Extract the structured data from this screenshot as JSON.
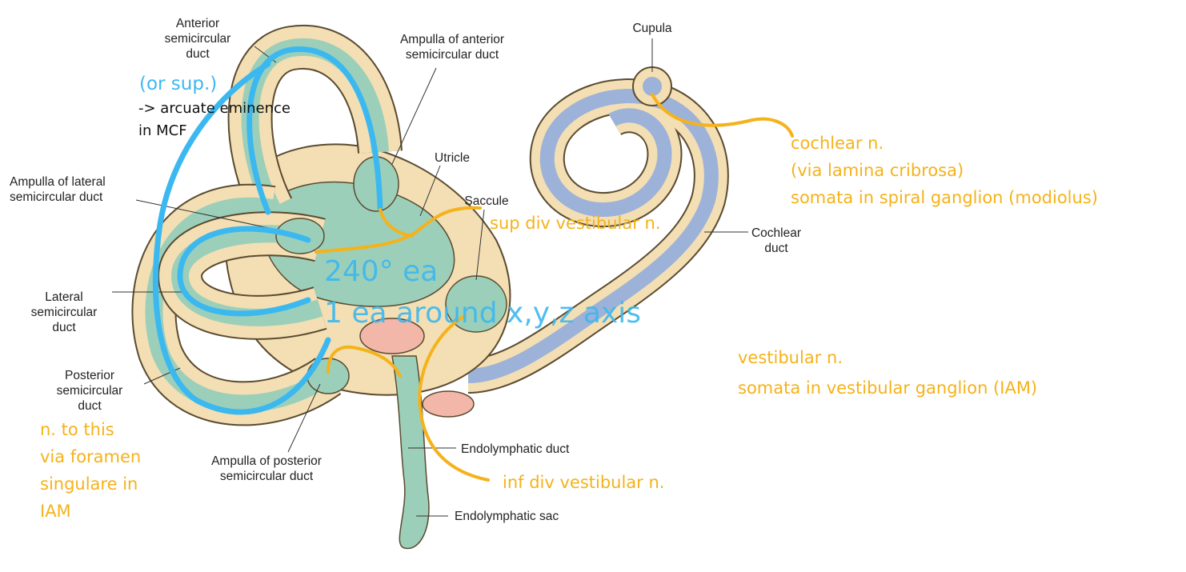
{
  "labels": {
    "anterior_duct": "Anterior\nsemicircular\nduct",
    "ampulla_anterior": "Ampulla of anterior\nsemicircular duct",
    "cupula": "Cupula",
    "utricle": "Utricle",
    "saccule": "Saccule",
    "ampulla_lateral": "Ampulla of lateral\nsemicircular duct",
    "lateral_duct": "Lateral\nsemicircular\nduct",
    "posterior_duct": "Posterior\nsemicircular\nduct",
    "ampulla_posterior": "Ampulla of posterior\nsemicircular duct",
    "endolymphatic_duct": "Endolymphatic duct",
    "endolymphatic_sac": "Endolymphatic sac",
    "cochlear_duct": "Cochlear\nduct"
  },
  "notes": {
    "or_sup": "(or sup.)",
    "arcuate": "-> arcuate eminence\nin MCF",
    "angle": "240° ea",
    "axis": "1 ea around x,y,z axis",
    "cochlear_n": "cochlear n.\n(via lamina cribrosa)\nsomata in spiral ganglion (modiolus)",
    "sup_div": "sup div vestibular n.",
    "vestibular_n": "vestibular n.\nsomata in vestibular ganglion (IAM)",
    "inf_div": "inf div vestibular n.",
    "posterior_nerve": "n. to this\nvia foramen\nsingulare in\nIAM"
  },
  "colors": {
    "duct_tan": "#f3dfb3",
    "duct_outline": "#5a4a30",
    "endolymph_green": "#9ccfb9",
    "cochlea_blue": "#9db2d8",
    "macula_pink": "#f2b7a8",
    "annotation_orange": "#f5b21a",
    "annotation_blue": "#3cb8f0"
  }
}
